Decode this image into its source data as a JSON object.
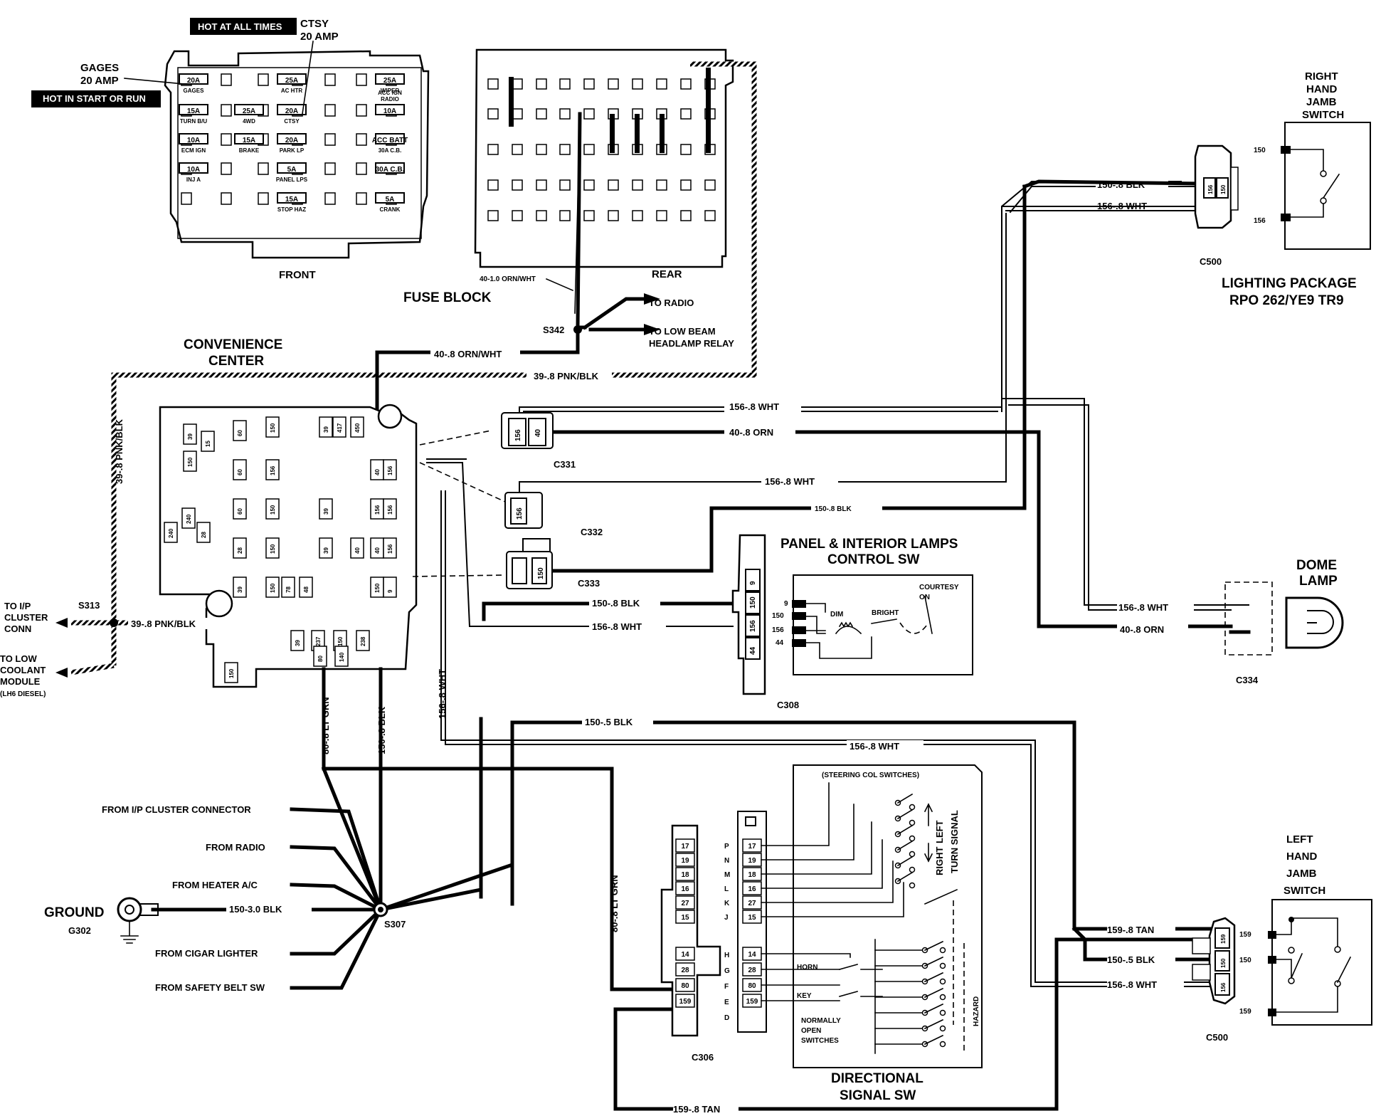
{
  "fuse_block": {
    "hot_all_times": "HOT AT ALL TIMES",
    "hot_start_run": "HOT IN START OR RUN",
    "ctsy_label_1": "CTSY",
    "ctsy_label_2": "20 AMP",
    "gages_label_1": "GAGES",
    "gages_label_2": "20 AMP",
    "front": "FRONT",
    "rear": "REAR",
    "title": "FUSE BLOCK",
    "fuses": [
      "20A",
      "GAGES",
      "25A",
      "AC HTR",
      "25A",
      "WIPER",
      "15A",
      "TURN B/U",
      "25A",
      "4WD",
      "20A",
      "CTSY",
      "10A",
      "RADIO",
      "ACC IGN",
      "10A",
      "ECM IGN",
      "15A",
      "BRAKE",
      "20A",
      "PARK LP",
      "ACC BATT",
      "30A C.B.",
      "10A",
      "INJ A",
      "5A",
      "PANEL LPS",
      "30A C.B.",
      "15A",
      "STOP HAZ",
      "5A",
      "CRANK"
    ],
    "wire_4010": "40-1.0 ORN/WHT"
  },
  "splice": {
    "s342": "S342",
    "to_radio": "TO RADIO",
    "to_low_beam_1": "TO LOW BEAM",
    "to_low_beam_2": "HEADLAMP RELAY",
    "s313": "S313",
    "s307": "S307"
  },
  "convenience_center": {
    "title_1": "CONVENIENCE",
    "title_2": "CENTER",
    "cells": [
      "39",
      "15",
      "150",
      "240",
      "28",
      "60",
      "60",
      "150",
      "39",
      "417",
      "450",
      "150",
      "40",
      "156",
      "156",
      "60",
      "39",
      "156",
      "156",
      "40",
      "28",
      "150",
      "39",
      "40",
      "156",
      "39",
      "150",
      "78",
      "48",
      "150",
      "9",
      "39",
      "237",
      "150",
      "238",
      "80",
      "140",
      "150",
      "240"
    ]
  },
  "lighting_package": {
    "line_1": "LIGHTING PACKAGE",
    "line_2": "RPO 262/YE9 TR9"
  },
  "right_jamb": {
    "l1": "RIGHT",
    "l2": "HAND",
    "l3": "JAMB",
    "l4": "SWITCH",
    "pin_150": "150",
    "pin_156": "156",
    "conn": "C500",
    "conn_pins": [
      "150",
      "156"
    ]
  },
  "left_jamb": {
    "l1": "LEFT",
    "l2": "HAND",
    "l3": "JAMB",
    "l4": "SWITCH",
    "pin_159a": "159",
    "pin_150": "150",
    "pin_159b": "159",
    "conn": "C500",
    "conn_pins": [
      "159",
      "150",
      "156"
    ]
  },
  "dome_lamp": {
    "l1": "DOME",
    "l2": "LAMP",
    "conn": "C334"
  },
  "panel_lamps": {
    "l1": "PANEL & INTERIOR LAMPS",
    "l2": "CONTROL SW",
    "courtesy": "COURTESY",
    "on": "ON",
    "dim": "DIM",
    "bright": "BRIGHT",
    "pins": [
      "9",
      "150",
      "156",
      "44"
    ],
    "conn": "C308"
  },
  "connectors": {
    "c331": "C331",
    "c332": "C332",
    "c333": "C333",
    "c306": "C306",
    "c331_pins": [
      "156",
      "40"
    ],
    "c332_pins": [
      "156"
    ],
    "c333_pins": [
      "150"
    ]
  },
  "wires": {
    "w40_orn_wht": "40-.8 ORN/WHT",
    "w39_pnk_blk_top": "39-.8 PNK/BLK",
    "w39_pnk_blk_vert": "39-.8 PNK/BLK",
    "w39_pnk_blk_s313": "39-.8 PNK/BLK",
    "w156_wht_1": "156-.8 WHT",
    "w40_orn_1": "40-.8 ORN",
    "w156_wht_2": "156-.8 WHT",
    "w150_blk_1": "150-.8 BLK",
    "w150_blk_2": "150-.8 BLK",
    "w156_wht_3": "156-.8 WHT",
    "w150_blk_rj": "150-.8 BLK",
    "w156_wht_rj": "156-.8 WHT",
    "w156_wht_dome": "156-.8 WHT",
    "w40_orn_dome": "40-.8 ORN",
    "w150_5_blk": "150-.5 BLK",
    "w156_wht_4": "156-.8 WHT",
    "w80_lt_grn_v": "80-.8 LT GRN",
    "w150_blk_v": "150-.8 BLK",
    "w156_wht_v": "156-.8 WHT",
    "w80_lt_grn_v2": "80-.8 LT GRN",
    "w159_tan_lj": "159-.8 TAN",
    "w150_5_blk_lj": "150-.5 BLK",
    "w156_wht_lj": "156-.8 WHT",
    "w159_tan_bottom": "159-.8 TAN",
    "w150_3_blk": "150-3.0 BLK"
  },
  "left_side": {
    "to_ip_1": "TO I/P",
    "to_ip_2": "CLUSTER",
    "to_ip_3": "CONN",
    "to_low_1": "TO LOW",
    "to_low_2": "COOLANT",
    "to_low_3": "MODULE",
    "to_low_4": "(LH6 DIESEL)"
  },
  "ground": {
    "label": "GROUND",
    "id": "G302",
    "from_ip": "FROM I/P CLUSTER CONNECTOR",
    "from_radio": "FROM RADIO",
    "from_heater": "FROM HEATER A/C",
    "from_cigar": "FROM CIGAR LIGHTER",
    "from_belt": "FROM SAFETY BELT SW"
  },
  "directional": {
    "steering": "(STEERING COL SWITCHES)",
    "left": "LEFT",
    "right": "RIGHT",
    "turn_signal": "TURN SIGNAL",
    "horn": "HORN",
    "key": "KEY",
    "normally_1": "NORMALLY",
    "normally_2": "OPEN",
    "normally_3": "SWITCHES",
    "hazard": "HAZARD",
    "title_1": "DIRECTIONAL",
    "title_2": "SIGNAL SW",
    "letters": [
      "P",
      "N",
      "M",
      "L",
      "K",
      "J",
      "H",
      "G",
      "F",
      "E",
      "D"
    ],
    "pins_left": [
      "17",
      "19",
      "18",
      "16",
      "27",
      "15",
      "14",
      "28",
      "80",
      "159"
    ],
    "pins_right": [
      "17",
      "19",
      "18",
      "16",
      "27",
      "15",
      "14",
      "28",
      "80",
      "159"
    ]
  }
}
